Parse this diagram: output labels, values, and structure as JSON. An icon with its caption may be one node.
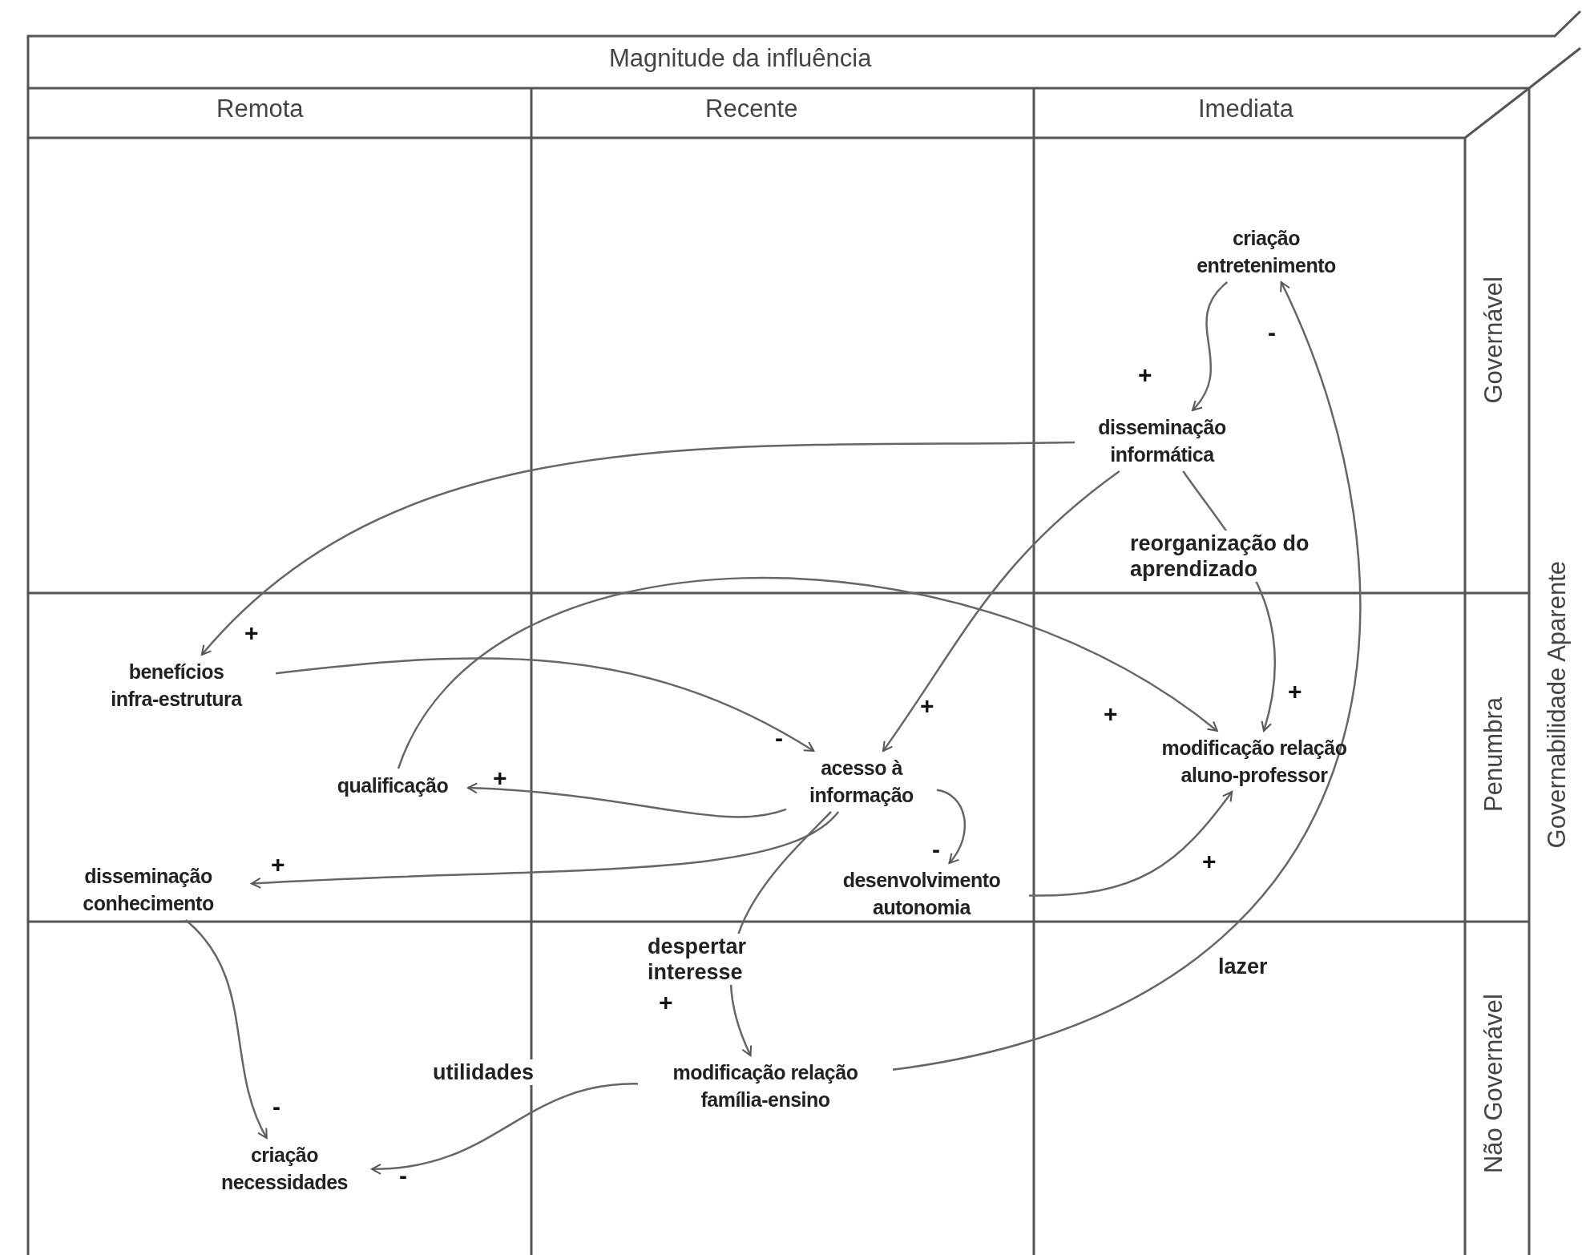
{
  "diagram": {
    "nodes": [
      {
        "text": [
          "criação entretenimento"
        ]
      },
      {
        "text": [
          "disseminação informática"
        ]
      },
      {
        "text": [
          "benefícios infra-estrutura"
        ]
      },
      {
        "text": [
          "qualificação"
        ]
      },
      {
        "text": [
          "acesso à informação"
        ]
      },
      {
        "text": [
          "modificação relação aluno-professor"
        ]
      },
      {
        "text": [
          "disseminação conhecimento"
        ]
      },
      {
        "text": [
          "desenvolvimento autonomia"
        ]
      },
      {
        "text": [
          "modificação relação família-ensino"
        ]
      },
      {
        "text": [
          "criação necessidades"
        ]
      }
    ],
    "edges": [
      {
        "from": 0,
        "to": 1,
        "arrow": "to"
      },
      {
        "from": 1,
        "to": 2,
        "arrow": "to"
      },
      {
        "from": 1,
        "to": 4,
        "arrow": "to"
      },
      {
        "from": 1,
        "to": 5,
        "arrow": "to",
        "label": "reorganização do aprendizado"
      },
      {
        "from": 2,
        "to": 4,
        "arrow": "to"
      },
      {
        "from": 3,
        "to": 5,
        "arrow": "to"
      },
      {
        "from": 4,
        "to": 3,
        "arrow": "to"
      },
      {
        "from": 4,
        "to": 6,
        "arrow": "to"
      },
      {
        "from": 4,
        "to": 7,
        "arrow": "to"
      },
      {
        "from": 4,
        "to": 8,
        "arrow": "to",
        "label": "despertar interesse"
      },
      {
        "from": 7,
        "to": 5,
        "arrow": "to"
      },
      {
        "from": 6,
        "to": 9,
        "arrow": "to"
      },
      {
        "from": 8,
        "to": 9,
        "arrow": "to",
        "label": "utilidades"
      },
      {
        "from": 8,
        "to": 0,
        "arrow": "to",
        "label": "lazer"
      }
    ],
    "labels": [
      "Magnitude da influência",
      "Remota",
      "Recente",
      "Imediata",
      "Governável",
      "Governabilidade Aparente",
      "Penumbra",
      "Não Governável",
      "-",
      "+",
      "+",
      "+",
      "+",
      "-",
      "+",
      "+",
      "+",
      "-",
      "+",
      "+",
      "-",
      "-"
    ]
  }
}
